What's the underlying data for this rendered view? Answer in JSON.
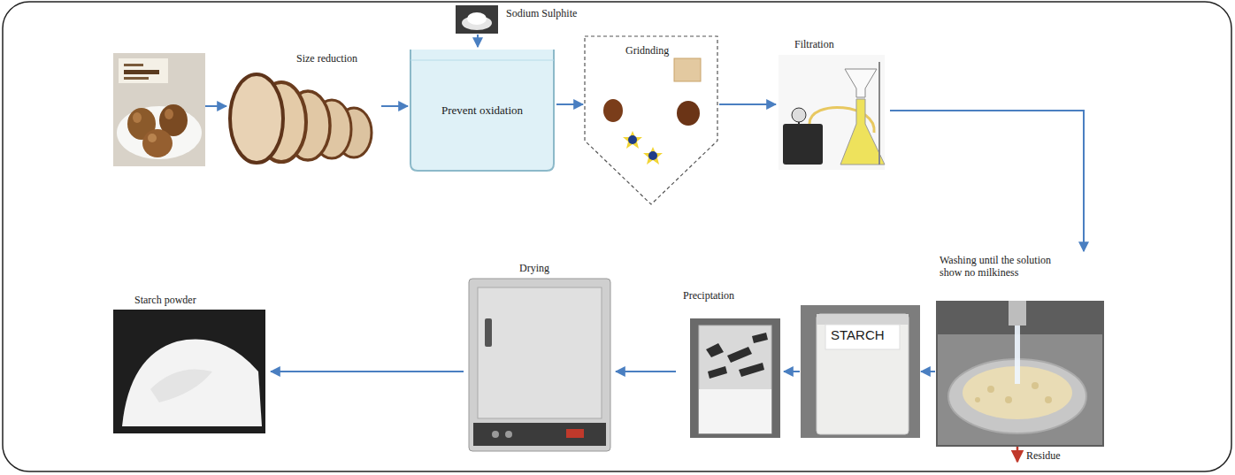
{
  "diagram": {
    "nodes": [
      {
        "text": [
          "Size reduction"
        ]
      },
      {
        "text": [
          "Sodium Sulphite"
        ]
      },
      {
        "text": [
          "Prevent oxidation"
        ]
      },
      {
        "text": [
          "Gridnding"
        ]
      },
      {
        "text": [
          "Filtration"
        ]
      },
      {
        "text": [
          "Washing until the solution show no milkiness"
        ]
      },
      {
        "text": [
          "STARCH"
        ]
      },
      {
        "text": [
          "Preciptation"
        ]
      },
      {
        "text": [
          "Drying"
        ]
      },
      {
        "text": [
          "Starch powder"
        ]
      }
    ],
    "edges": [
      {
        "from": 0,
        "to": 2,
        "arrow": "to"
      },
      {
        "from": 1,
        "to": 2,
        "arrow": "to"
      },
      {
        "from": 2,
        "to": 3,
        "arrow": "to"
      },
      {
        "from": 3,
        "to": 4,
        "arrow": "to"
      },
      {
        "from": 4,
        "to": 5,
        "arrow": "to"
      },
      {
        "from": 5,
        "to": 6,
        "arrow": "to"
      },
      {
        "from": 6,
        "to": 7,
        "arrow": "to"
      },
      {
        "from": 7,
        "to": 8,
        "arrow": "to"
      },
      {
        "from": 8,
        "to": 9,
        "arrow": "to"
      }
    ],
    "labels": [
      "Residue"
    ]
  }
}
